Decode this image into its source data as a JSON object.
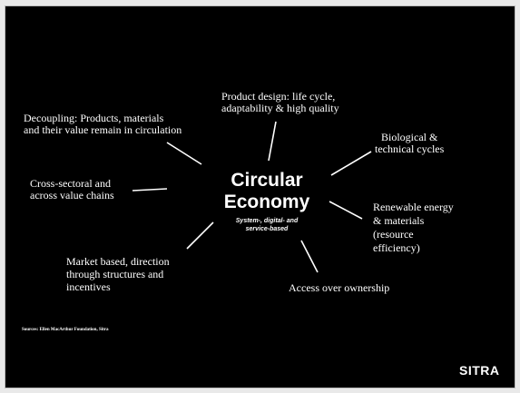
{
  "center": {
    "title_line1": "Circular",
    "title_line2": "Economy",
    "subtitle_line1": "System-, digital- and",
    "subtitle_line2": "service-based"
  },
  "nodes": {
    "product_design": [
      "Product design: life cycle,",
      "adaptability & high quality"
    ],
    "decoupling": [
      "Decoupling: Products, materials",
      "and their value remain in circulation"
    ],
    "bio_tech": [
      "Biological &",
      "technical cycles"
    ],
    "cross_sectoral": [
      "Cross-sectoral and",
      "across value chains"
    ],
    "renewable": [
      "Renewable energy",
      "& materials",
      "(resource",
      "efficiency)"
    ],
    "market": [
      "Market based, direction",
      "through structures and",
      "incentives"
    ],
    "access": [
      "Access over ownership"
    ]
  },
  "sources": "Sources: Ellen MacArthur Foundation, Sitra",
  "logo": "SITRA",
  "colors": {
    "background": "#000000",
    "foreground": "#ffffff",
    "frame": "#e9e9e9"
  }
}
